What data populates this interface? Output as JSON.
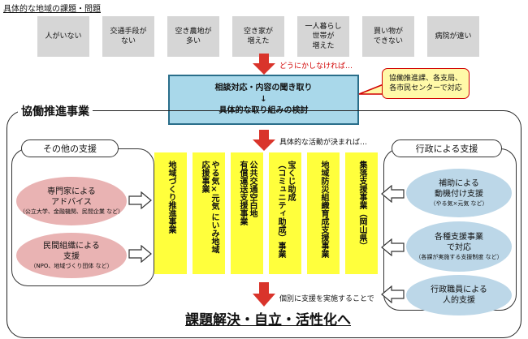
{
  "top_title": "具体的な地域の課題・問題",
  "problems": [
    "人がいない",
    "交通手段が\nない",
    "空き農地が\n多い",
    "空き家が\n増えた",
    "一人暮らし\n世帯が\n増えた",
    "買い物が\nできない",
    "病院が遠い"
  ],
  "callout_what_to_do": "どうにかしなければ…",
  "central": {
    "line1": "相談対応・内容の聞き取り",
    "arrow": "↓",
    "line2": "具体的な取り組みの検討"
  },
  "balloon": "協働推進課、各支局、\n各市民センターで対応",
  "bureau_label": "協働推進事業",
  "note_when_decided": "具体的な活動が決まれば…",
  "left_section": {
    "title": "その他の支援",
    "items": [
      {
        "main": "専門家による\nアドバイス",
        "sub": "（公立大学、金融機関、民間企業 など）"
      },
      {
        "main": "民間組織による\n支援",
        "sub": "（NPO、地域づくり団体 など）"
      }
    ]
  },
  "right_section": {
    "title": "行政による支援",
    "items": [
      {
        "main": "補助による\n動機付け支援",
        "sub": "（やる気×元気 など）"
      },
      {
        "main": "各種支援事業\nで対応",
        "sub": "（各課が実施する支援制度 など）"
      },
      {
        "main": "行政職員による\n人的支援",
        "sub": ""
      }
    ]
  },
  "projects": [
    "地域づくり推進事業",
    "やる気×元気 にいみ地域\n応援事業",
    "公共交通空白地\n有償運送支援事業",
    "宝くじ助成\n（コミュニティ助成）事業",
    "地域防災組織育成支援事業",
    "集落支援事業（岡山県）"
  ],
  "note_individual": "個別に支援を実施することで",
  "final_goal": "課題解決・自立・活性化へ",
  "colors": {
    "arrow_red": "#d9342b",
    "central_bg": "#a9d8ea",
    "project_bg": "#ffff3c",
    "left_ellipse": "#e9b3b3",
    "right_ellipse": "#bcd7e8",
    "balloon_bg": "#fff9a8",
    "problem_bg": "#d6d6d6"
  }
}
